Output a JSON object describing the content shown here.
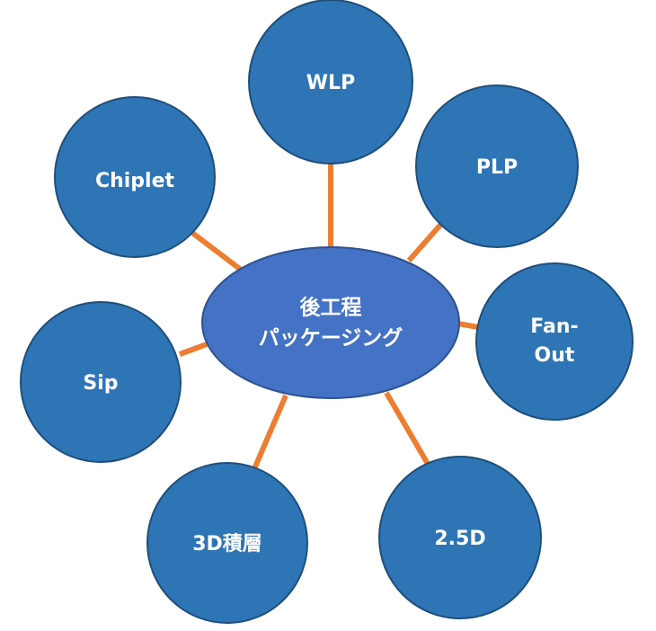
{
  "colors": {
    "connector": "#ED7D31",
    "node_fill": "#2E75B6",
    "node_stroke": "#1F4E79",
    "center_fill": "#4472C4",
    "center_stroke": "#2F528F",
    "label": "#FFFFFF"
  },
  "center": {
    "line1": "後工程",
    "line2": "パッケージング"
  },
  "nodes": {
    "wlp": "WLP",
    "plp": "PLP",
    "fanout_line1": "Fan-",
    "fanout_line2": "Out",
    "d25": "2.5D",
    "d3": "3D積層",
    "sip": "Sip",
    "chiplet": "Chiplet"
  }
}
